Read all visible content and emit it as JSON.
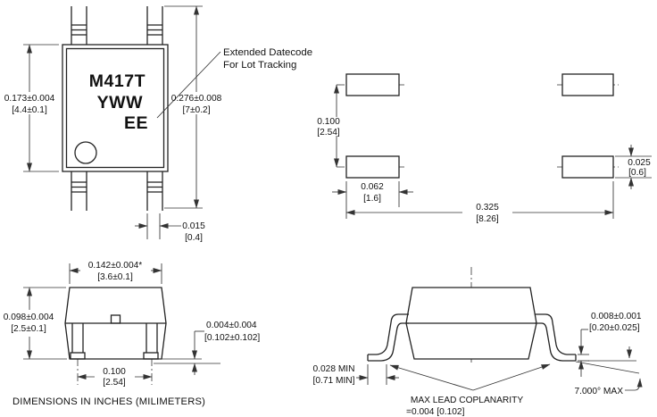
{
  "colors": {
    "line": "#222222",
    "text": "#111111",
    "background": "#ffffff"
  },
  "note": "DIMENSIONS IN INCHES (MILIMETERS)",
  "top_view": {
    "marking_line1": "M417T",
    "marking_line2": "YWW",
    "marking_line3": "EE",
    "callout_line1": "Extended Datecode",
    "callout_line2": "For Lot Tracking",
    "body_height_in": "0.173±0.004",
    "body_height_mm": "[4.4±0.1]",
    "overall_height_in": "0.276±0.008",
    "overall_height_mm": "[7±0.2]",
    "lead_width_in": "0.015",
    "lead_width_mm": "[0.4]"
  },
  "land_pattern": {
    "pitch_in": "0.100",
    "pitch_mm": "[2.54]",
    "pad_width_in": "0.062",
    "pad_width_mm": "[1.6]",
    "span_in": "0.325",
    "span_mm": "[8.26]",
    "pad_height_in": "0.025",
    "pad_height_mm": "[0.6]"
  },
  "front_view": {
    "body_width_in": "0.142±0.004*",
    "body_width_mm": "[3.6±0.1]",
    "body_height_in": "0.098±0.004",
    "body_height_mm": "[2.5±0.1]",
    "lead_pitch_in": "0.100",
    "lead_pitch_mm": "[2.54]",
    "standoff_in": "0.004±0.004",
    "standoff_mm": "[0.102±0.102]"
  },
  "side_view": {
    "foot_length_in": "0.028 MIN",
    "foot_length_mm": "[0.71 MIN]",
    "lead_thickness_in": "0.008±0.001",
    "lead_thickness_mm": "[0.20±0.025]",
    "coplanarity_line1": "MAX LEAD COPLANARITY",
    "coplanarity_line2": "=0.004 [0.102]",
    "angle_max": "7.000° MAX"
  }
}
